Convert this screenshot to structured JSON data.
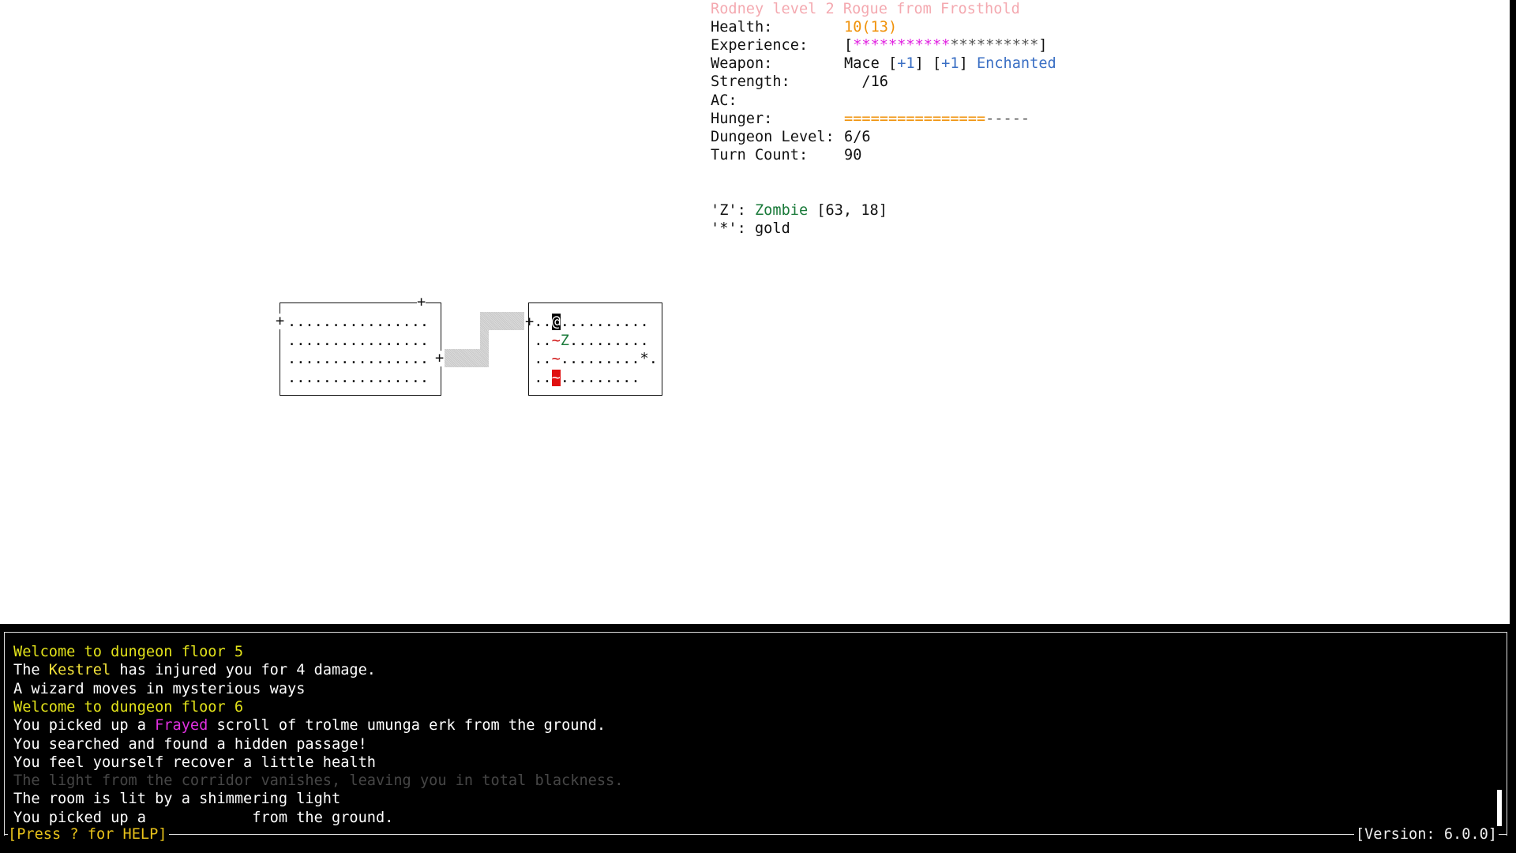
{
  "stats": {
    "title": "Rodney level 2 Rogue from Frosthold",
    "health_label": "Health:",
    "health_value": "10(13)",
    "experience_label": "Experience:",
    "experience_open": "[",
    "experience_filled": "***********",
    "experience_empty": "**********",
    "experience_close": "]",
    "weapon_label": "Weapon:",
    "weapon_name": "Mace ",
    "weapon_b1_open": "[",
    "weapon_b1": "+1",
    "weapon_b1_close": "] ",
    "weapon_b2_open": "[",
    "weapon_b2": "+1",
    "weapon_b2_close": "] ",
    "weapon_enchant": "Enchanted",
    "strength_label": "Strength:",
    "strength_value": "  /16",
    "ac_label": "AC:",
    "hunger_label": "Hunger:",
    "hunger_filled": "================",
    "hunger_empty": "-----",
    "dungeon_label": "Dungeon Level:",
    "dungeon_value": "6/6",
    "turn_label": "Turn Count:",
    "turn_value": "90"
  },
  "legend": {
    "zombie_key": "'Z': ",
    "zombie_name": "Zombie",
    "zombie_pos": " [63, 18]",
    "gold_key": "'*': ",
    "gold_name": "gold"
  },
  "map": {
    "left_room_rows": [
      "................",
      "................",
      "................",
      "................"
    ],
    "door": "+",
    "right_room_rows": [
      [
        {
          "t": "+..",
          "c": "#111"
        },
        {
          "t": "@",
          "c": "#fff",
          "bg": "#000",
          "n": "player"
        },
        {
          "t": "..........",
          "c": "#111"
        }
      ],
      [
        {
          "t": " ..",
          "c": "#111"
        },
        {
          "t": "~",
          "c": "#d01010",
          "n": "trap"
        },
        {
          "t": "Z",
          "c": "#1a7a3a",
          "n": "zombie"
        },
        {
          "t": ".........",
          "c": "#111"
        }
      ],
      [
        {
          "t": " ..",
          "c": "#111"
        },
        {
          "t": "~",
          "c": "#d01010",
          "n": "trap"
        },
        {
          "t": ".........",
          "c": "#111"
        },
        {
          "t": "*",
          "c": "#111",
          "n": "gold"
        },
        {
          "t": ".",
          "c": "#111"
        }
      ],
      [
        {
          "t": " ..",
          "c": "#111"
        },
        {
          "t": "~",
          "c": "#fff",
          "bg": "#e01010",
          "n": "trap"
        },
        {
          "t": ".........",
          "c": "#111"
        }
      ]
    ]
  },
  "log": {
    "lines": [
      [
        {
          "t": "Welcome to dungeon floor 5",
          "c": "#e2e21a"
        }
      ],
      [
        {
          "t": "The ",
          "c": "#fff"
        },
        {
          "t": "Kestrel",
          "c": "#f2e23a"
        },
        {
          "t": " has injured you for 4 damage.",
          "c": "#fff"
        }
      ],
      [
        {
          "t": "A wizard moves in mysterious ways",
          "c": "#fff"
        }
      ],
      [
        {
          "t": "Welcome to dungeon floor 6",
          "c": "#e2e21a"
        }
      ],
      [
        {
          "t": "You picked up a ",
          "c": "#fff"
        },
        {
          "t": "Frayed",
          "c": "#e030e0"
        },
        {
          "t": " scroll of trolme umunga erk from the ground.",
          "c": "#fff"
        }
      ],
      [
        {
          "t": "You searched and found a hidden passage!",
          "c": "#fff"
        }
      ],
      [
        {
          "t": "You feel yourself recover a little health",
          "c": "#fff"
        }
      ],
      [
        {
          "t": "The light from the corridor vanishes, leaving you in total blackness.",
          "c": "#464646"
        }
      ],
      [
        {
          "t": "The room is lit by a shimmering light",
          "c": "#fff"
        }
      ],
      [
        {
          "t": "You picked up a            from the ground.",
          "c": "#fff"
        }
      ]
    ],
    "help": "[Press ? for HELP]",
    "version": "[Version: 6.0.0]"
  },
  "colors": {
    "title": "#f4a9b0",
    "health": "#f0920a",
    "exp_filled": "#e020e0",
    "exp_empty": "#555",
    "weapon_bonus": "#3a6fc4",
    "hunger_filled": "#f0920a",
    "hunger_empty": "#555",
    "zombie": "#1a7a3a"
  }
}
